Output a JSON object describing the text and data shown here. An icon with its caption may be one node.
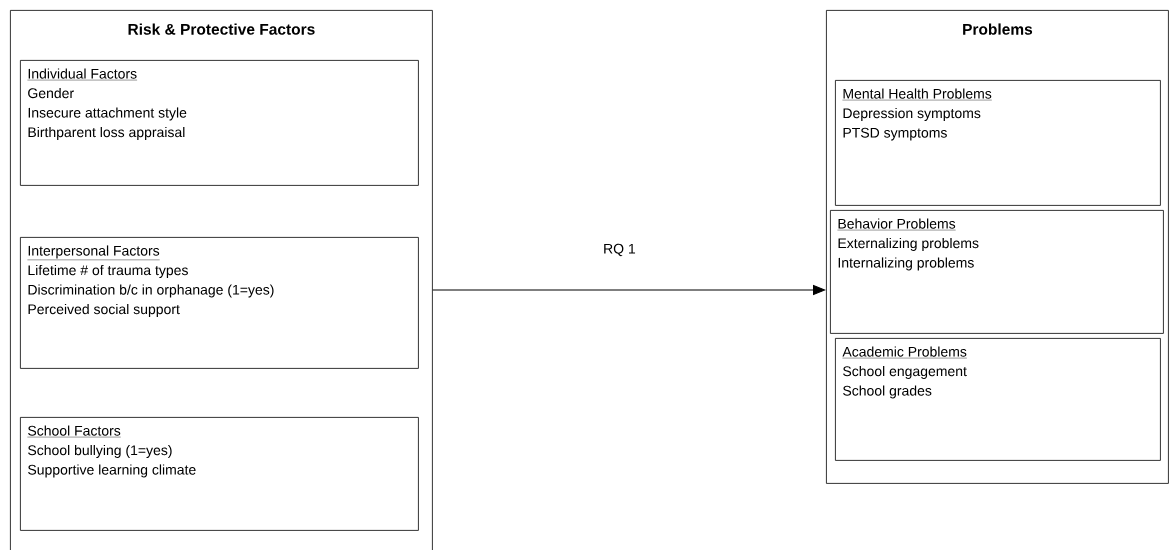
{
  "diagram": {
    "nodes": [
      {
        "text": [
          "Risk & Protective Factors"
        ]
      },
      {
        "text": [
          "Individual Factors",
          "Gender",
          "Insecure attachment style",
          "Birthparent loss appraisal"
        ],
        "in": 0
      },
      {
        "text": [
          "Interpersonal Factors",
          "Lifetime # of trauma types",
          "Discrimination b/c in orphanage (1=yes)",
          "Perceived social support"
        ],
        "in": 0
      },
      {
        "text": [
          "School Factors",
          "School bullying (1=yes)",
          "Supportive learning climate"
        ],
        "in": 0
      },
      {
        "text": [
          "Problems"
        ]
      },
      {
        "text": [
          "Mental Health Problems",
          "Depression symptoms",
          "PTSD symptoms"
        ],
        "in": 4
      },
      {
        "text": [
          "Behavior Problems",
          "Externalizing problems",
          "Internalizing problems"
        ],
        "in": 4
      },
      {
        "text": [
          "Academic Problems",
          "School engagement",
          "School grades"
        ],
        "in": 4
      }
    ],
    "edges": [
      {
        "from": 0,
        "to": 4,
        "arrow": "to",
        "label": "RQ 1"
      }
    ]
  }
}
